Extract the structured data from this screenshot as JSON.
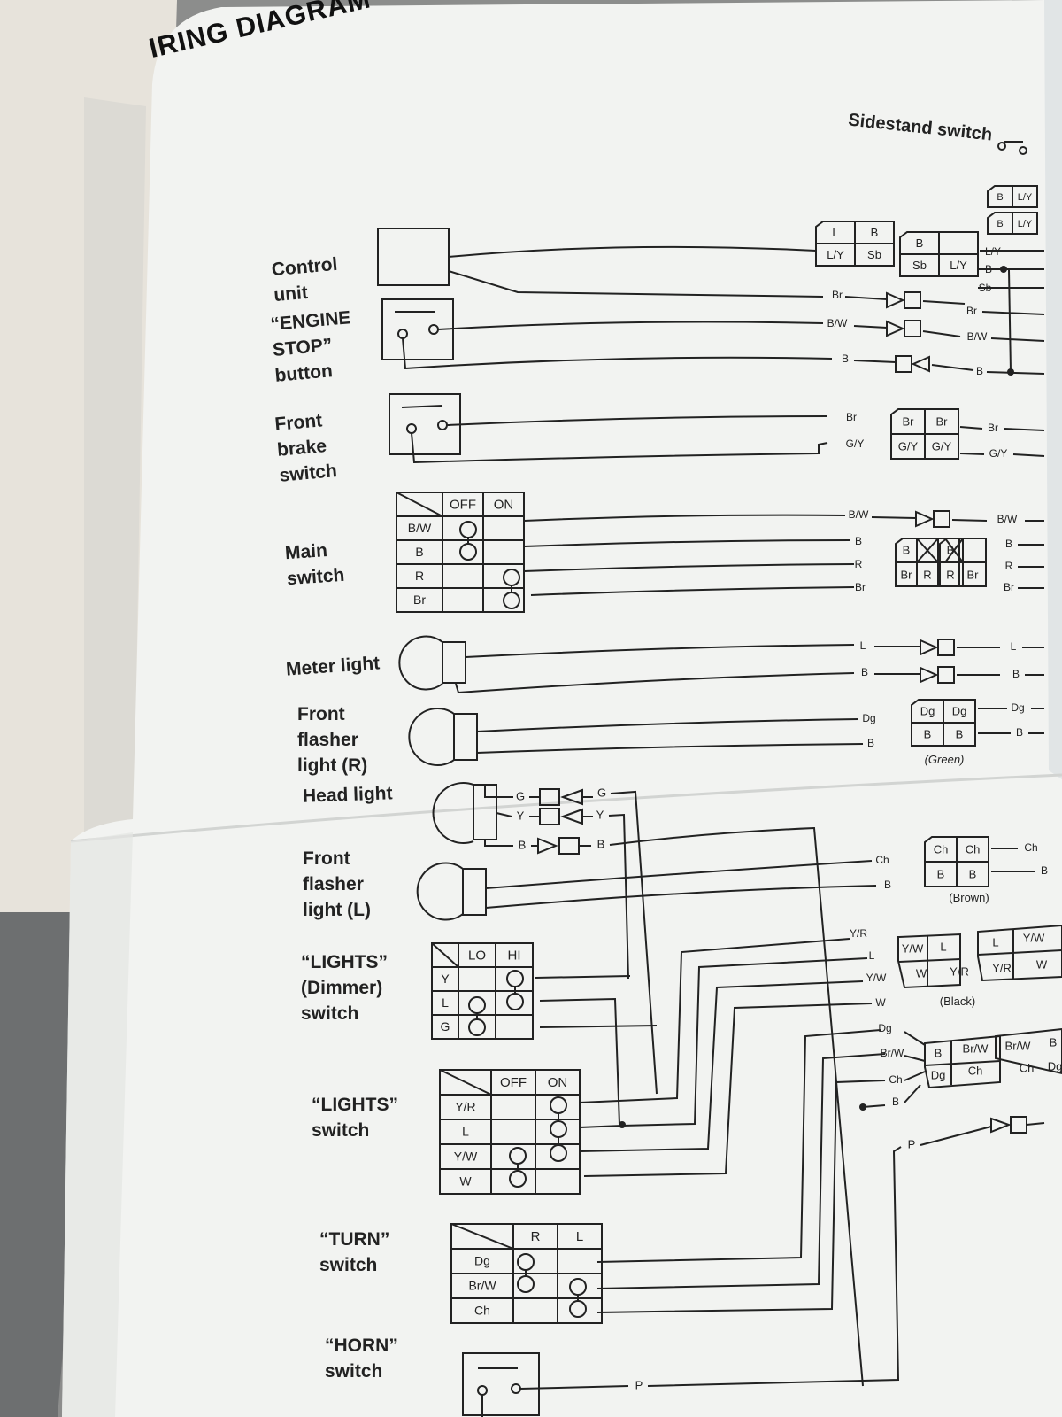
{
  "page": {
    "title": "IRING DIAGRAM",
    "colors": {
      "paper": "#f2f3f1",
      "ink": "#222222",
      "background": "#8c8d8c",
      "page_under": "#e6e3dc"
    }
  },
  "components": {
    "sidestand_switch": "Sidestand switch",
    "control_unit": [
      "Control",
      "unit"
    ],
    "engine_stop": [
      "“ENGINE",
      "STOP”",
      "button"
    ],
    "front_brake": [
      "Front",
      "brake",
      "switch"
    ],
    "main_switch": [
      "Main",
      "switch"
    ],
    "meter_light": "Meter light",
    "front_flasher_r": [
      "Front",
      "flasher",
      "light (R)"
    ],
    "head_light": "Head light",
    "front_flasher_l": [
      "Front",
      "flasher",
      "light (L)"
    ],
    "dimmer_switch": [
      "“LIGHTS”",
      "(Dimmer)",
      "switch"
    ],
    "lights_switch": [
      "“LIGHTS”",
      "switch"
    ],
    "turn_switch": [
      "“TURN”",
      "switch"
    ],
    "horn_switch": [
      "“HORN”",
      "switch"
    ]
  },
  "tables": {
    "main": {
      "cols": [
        "OFF",
        "ON"
      ],
      "rows": [
        "B/W",
        "B",
        "R",
        "Br"
      ]
    },
    "dimmer": {
      "cols": [
        "LO",
        "HI"
      ],
      "rows": [
        "Y",
        "L",
        "G"
      ]
    },
    "lights": {
      "cols": [
        "OFF",
        "ON"
      ],
      "rows": [
        "Y/R",
        "L",
        "Y/W",
        "W"
      ]
    },
    "turn": {
      "cols": [
        "R",
        "L"
      ],
      "rows": [
        "Dg",
        "Br/W",
        "Ch"
      ]
    }
  },
  "connectors": {
    "top": {
      "cells": [
        "L",
        "B",
        "L/Y",
        "Sb",
        "B",
        "—",
        "Sb",
        "L/Y"
      ]
    },
    "sidestand": [
      "B",
      "L/Y",
      "B",
      "L/Y"
    ],
    "brake": [
      "Br",
      "Br",
      "G/Y",
      "G/Y"
    ],
    "main": [
      "B",
      "B",
      "Br",
      "R",
      "R",
      "Br"
    ],
    "green": {
      "cells": [
        "Dg",
        "Dg",
        "B",
        "B"
      ],
      "caption": "(Green)"
    },
    "brown": {
      "cells": [
        "Ch",
        "Ch",
        "B",
        "B"
      ],
      "caption": "(Brown)"
    },
    "black": {
      "cells": [
        "Y/W",
        "L",
        "W",
        "Y/R",
        "L",
        "Y/W",
        "Y/R",
        "W"
      ],
      "caption": "(Black)"
    },
    "turn": [
      "B",
      "Br/W",
      "Dg",
      "Ch",
      "Br/W",
      "B",
      "Ch",
      "Dg"
    ]
  },
  "wires": {
    "control_unit": [
      "L/Y",
      "B",
      "Sb",
      "Br"
    ],
    "engine_stop": [
      "B/W",
      "B",
      "Br",
      "B/W",
      "B"
    ],
    "brake": [
      "Br",
      "G/Y",
      "Br",
      "G/Y"
    ],
    "main": [
      "B/W",
      "B",
      "R",
      "Br",
      "B/W",
      "B",
      "R",
      "Br"
    ],
    "meter": [
      "L",
      "B",
      "L",
      "B"
    ],
    "flasher_r": [
      "Dg",
      "B",
      "Dg",
      "B"
    ],
    "headlight": [
      "G",
      "Y",
      "B",
      "G",
      "Y",
      "B"
    ],
    "flasher_l": [
      "Ch",
      "B",
      "Ch",
      "B"
    ],
    "harness": [
      "Y/R",
      "L",
      "Y/W",
      "W",
      "Dg",
      "Br/W",
      "Ch",
      "B",
      "P"
    ],
    "horn": [
      "P"
    ]
  }
}
